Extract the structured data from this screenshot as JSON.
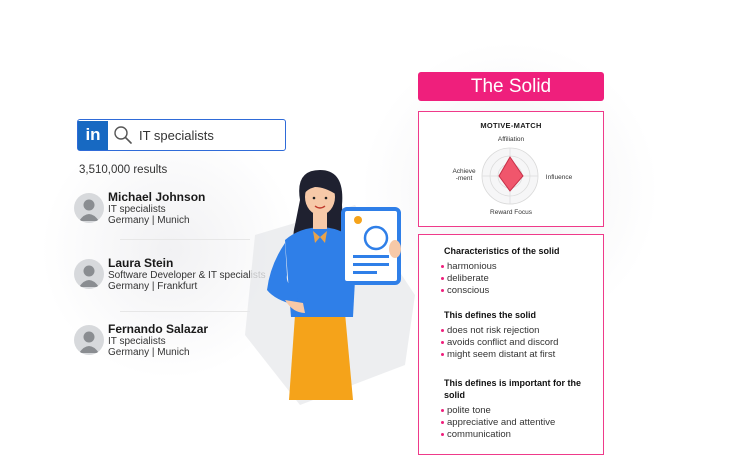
{
  "search": {
    "logo": "in",
    "query": "IT specialists",
    "icon": "search-icon"
  },
  "results": {
    "count_text": "3,510,000 results",
    "people": [
      {
        "name": "Michael Johnson",
        "title": "IT specialists",
        "location": "Germany | Munich"
      },
      {
        "name": "Laura Stein",
        "title": "Software Developer &  IT specialists",
        "location": "Germany | Frankfurt"
      },
      {
        "name": "Fernando Salazar",
        "title": "IT specialists",
        "location": "Germany | Munich"
      }
    ]
  },
  "profile": {
    "title": "The Solid",
    "motive_match": {
      "heading": "MOTIVE-MATCH",
      "labels": {
        "top": "Affiliation",
        "left_line1": "Achieve",
        "left_line2": "-ment",
        "right": "Influence",
        "bottom": "Reward Focus"
      }
    },
    "sections": [
      {
        "heading": "Characteristics of the solid",
        "items": [
          "harmonious",
          "deliberate",
          "conscious"
        ]
      },
      {
        "heading": "This defines the solid",
        "items": [
          "does not risk rejection",
          "avoids conflict and discord",
          "might seem distant at first"
        ]
      },
      {
        "heading": "This defines is important for the solid",
        "items": [
          "polite tone",
          "appreciative and attentive",
          "communication"
        ]
      }
    ]
  },
  "colors": {
    "accent": "#ef1f7c",
    "linkedin": "#1769c2",
    "illustration_shirt": "#2f7fe8",
    "illustration_skirt": "#f5a31a"
  }
}
